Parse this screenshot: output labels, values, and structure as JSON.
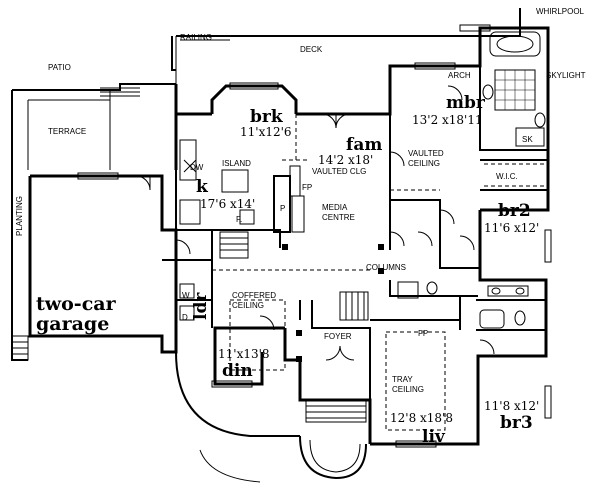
{
  "labels": {
    "whirlpool": "WHIRLPOOL",
    "railing": "RAILING",
    "deck": "DECK",
    "patio": "PATIO",
    "skylight": "SKYLIGHT",
    "arch": "ARCH",
    "terrace": "TERRACE",
    "planting": "PLANTING",
    "dw": "DW",
    "island": "ISLAND",
    "f": "F.",
    "fp1": "FP",
    "fp2": "FP",
    "vaulted_clg": "VAULTED CLG",
    "vaulted_ceiling": "VAULTED\nCEILING",
    "media_centre": "MEDIA\nCENTRE",
    "p": "P",
    "wic": "W.I.C.",
    "sk": "SK",
    "columns": "COLUMNS",
    "coffered_ceiling": "COFFERED\nCEILING",
    "foyer": "FOYER",
    "tray_ceiling": "TRAY\nCEILING",
    "w": "W",
    "d": "D"
  },
  "rooms": {
    "brk": {
      "name": "brk",
      "dim": "11'x12'6"
    },
    "fam": {
      "name": "fam",
      "dim": "14'2 x18'"
    },
    "mbr": {
      "name": "mbr",
      "dim": "13'2 x18'11"
    },
    "k": {
      "name": "k",
      "dim": "17'6 x14'"
    },
    "br2": {
      "name": "br2",
      "dim": "11'6 x12'"
    },
    "ldr": {
      "name": "ldr"
    },
    "din": {
      "name": "din",
      "dim": "11'x13'8"
    },
    "liv": {
      "name": "liv",
      "dim": "12'8 x18'8"
    },
    "br3": {
      "name": "br3",
      "dim": "11'8 x12'"
    },
    "garage": {
      "line1": "two-car",
      "line2": "garage"
    }
  }
}
